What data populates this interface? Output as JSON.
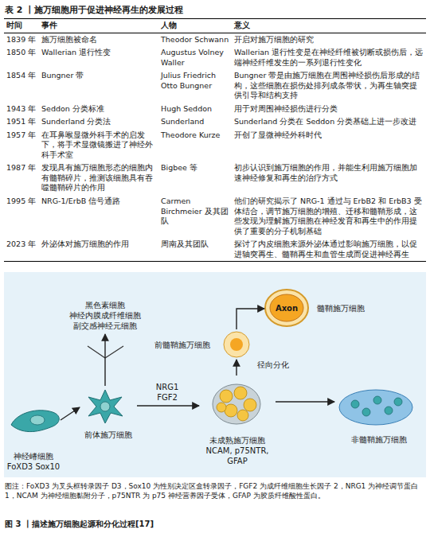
{
  "diagram": {
    "title": "表 2 丨施万细胞用于促进神经再生的发展过程",
    "caption": "图 3 丨描述施万细胞起源和分化过程[17]",
    "nodes": [
      {
        "text": [
          "神经嵴细胞",
          "FoXD3 Sox10"
        ]
      },
      {
        "text": [
          "前体施万细胞"
        ]
      },
      {
        "text": [
          "黑色素细胞",
          "神经内膜成纤维细胞",
          "副交感神经元细胞"
        ]
      },
      {
        "text": [
          "未成熟施万细胞",
          "NCAM, p75NTR, GFAP"
        ]
      },
      {
        "text": [
          "前髓鞘施万细胞"
        ]
      },
      {
        "text": [
          "Axon",
          "髓鞘施万细胞"
        ]
      },
      {
        "text": [
          "非髓鞘施万细胞"
        ]
      }
    ],
    "edges": [
      {
        "from": 0,
        "to": 1,
        "arrow": "to"
      },
      {
        "from": 1,
        "to": 2,
        "arrow": "to"
      },
      {
        "from": 1,
        "to": 3,
        "label": "NRG1 FGF2",
        "arrow": "to"
      },
      {
        "from": 3,
        "to": 4,
        "label": "径向分化",
        "arrow": "to"
      },
      {
        "from": 4,
        "to": 5,
        "arrow": "to"
      },
      {
        "from": 3,
        "to": 6,
        "arrow": "to"
      }
    ],
    "labels": [
      "时间",
      "事件",
      "人物",
      "意义",
      "1839 年",
      "施万细胞被命名",
      "Theodor Schwann",
      "开启对施万细胞的研究",
      "1850 年",
      "Wallerian 退行性变",
      "Augustus Volney Waller",
      "Wallerian 退行性变是在神经纤维被切断或损伤后，远端神经纤维发生的一系列退行性变化",
      "1854 年",
      "Bungner 带",
      "Julius Friedrich Otto Bungner",
      "Bungner 带是由施万细胞在周围神经损伤后形成的结构，这些细胞在损伤处排列成条带状，为再生轴突提供引导和结构支持",
      "1943 年",
      "Seddon 分类标准",
      "Hugh Seddon",
      "用于对周围神经损伤进行分类",
      "1951 年",
      "Sunderland 分类法",
      "Sunderland",
      "Sunderland 分类在 Seddon 分类基础上进一步改进",
      "1957 年",
      "在耳鼻喉显微外科手术的启发下，将手术显微镜搬进了神经外科手术室",
      "Theodore Kurze",
      "开创了显微神经外科时代",
      "1987 年",
      "发现具有施万细胞形态的细胞内有髓鞘碎片，推测该细胞具有吞噬髓鞘碎片的作用",
      "Bigbee 等",
      "初步认识到施万细胞的作用，并能生利用施万细胞加速神经修复和再生的治疗方式",
      "1995 年",
      "NRG-1/ErbB 信号通路",
      "Carmen Birchmeier 及其团队",
      "他们的研究揭示了 NRG-1 通过与 ErbB2 和 ErbB3 受体结合，调节施万细胞的增殖、迁移和髓鞘形成，这些发现为理解施万细胞在神经发育和再生中的作用提供了重要的分子机制基础",
      "2023 年",
      "外泌体对施万细胞的作用",
      "周南及其团队",
      "探讨了内皮细胞来源外泌体通过影响施万细胞，以促进轴突再生、髓鞘再生和血管生成而促进神经再生",
      "图注：FoXD3 为叉头框转录因子 D3，Sox10 为性别决定区盒转录因子，FGF2 为成纤维细胞生长因子 2，NRG1 为神经调节蛋白 1，NCAM 为神经细胞黏附分子，p75NTR 为 p75 神经营养因子受体，GFAP 为胶质纤维酸性蛋白。"
    ]
  }
}
